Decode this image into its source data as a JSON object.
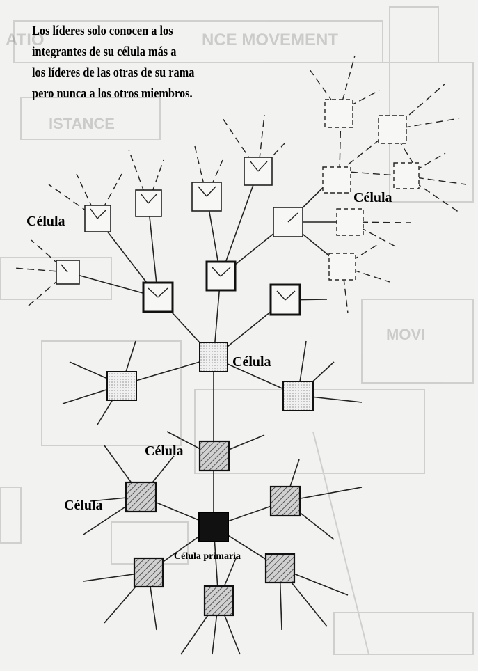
{
  "caption": "Los líderes solo conocen a los\n integrantes de su célula más a\nlos líderes de las otras de su rama\npero nunca a los otros miembros.",
  "labels": {
    "cell_top_right": "Célula",
    "cell_left": "Célula",
    "cell_center": "Célula",
    "cell_middle": "Célula",
    "cell_lower_left": "Célula",
    "primary_cell": "Célula primaria"
  },
  "background_text": [
    "ATIO",
    "NCE MOVEMENT",
    "ISTANCE",
    "MOVI"
  ]
}
